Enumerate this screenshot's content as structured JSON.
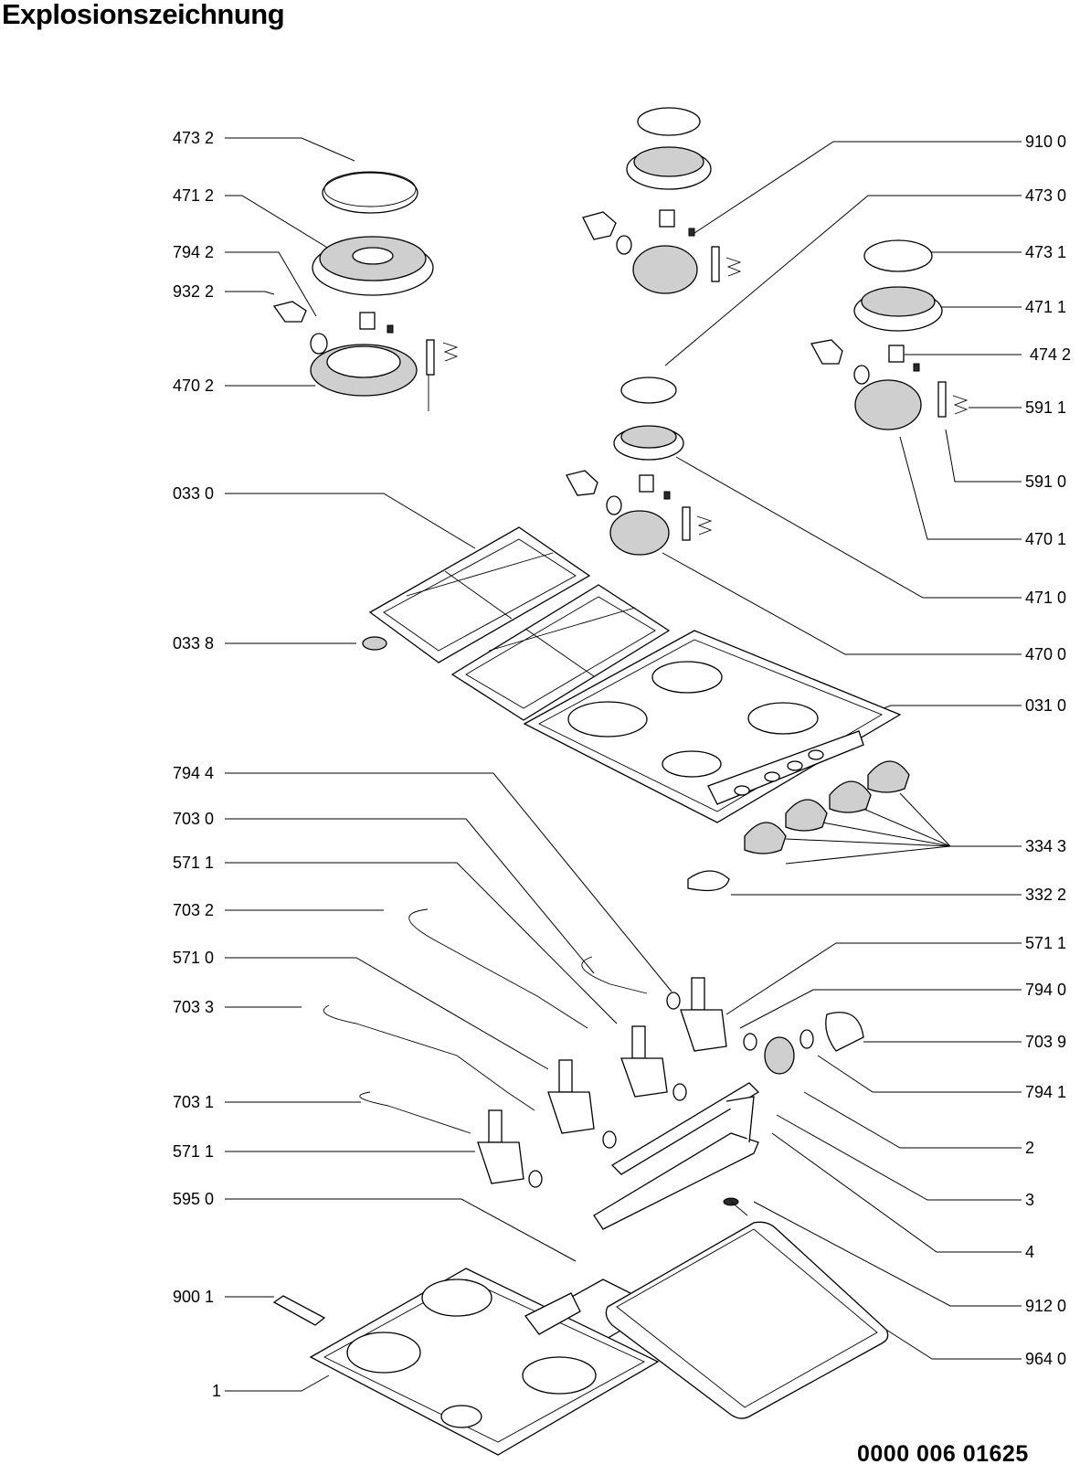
{
  "title": "Explosionszeichnung",
  "document_number": "0000 006 01625",
  "labels_left": [
    "473 2",
    "471 2",
    "794 2",
    "932 2",
    "470 2",
    "033 0",
    "033 8",
    "794 4",
    "703 0",
    "571 1",
    "703 2",
    "571 0",
    "703 3",
    "703 1",
    "571 1",
    "595 0",
    "900 1",
    "1"
  ],
  "labels_right": [
    "910 0",
    "473 0",
    "473 1",
    "471 1",
    "474 2",
    "591 1",
    "591 0",
    "470 1",
    "471 0",
    "470 0",
    "031 0",
    "334 3",
    "332 2",
    "571 1",
    "794 0",
    "703 9",
    "794 1",
    "2",
    "3",
    "4",
    "912 0",
    "964 0"
  ]
}
